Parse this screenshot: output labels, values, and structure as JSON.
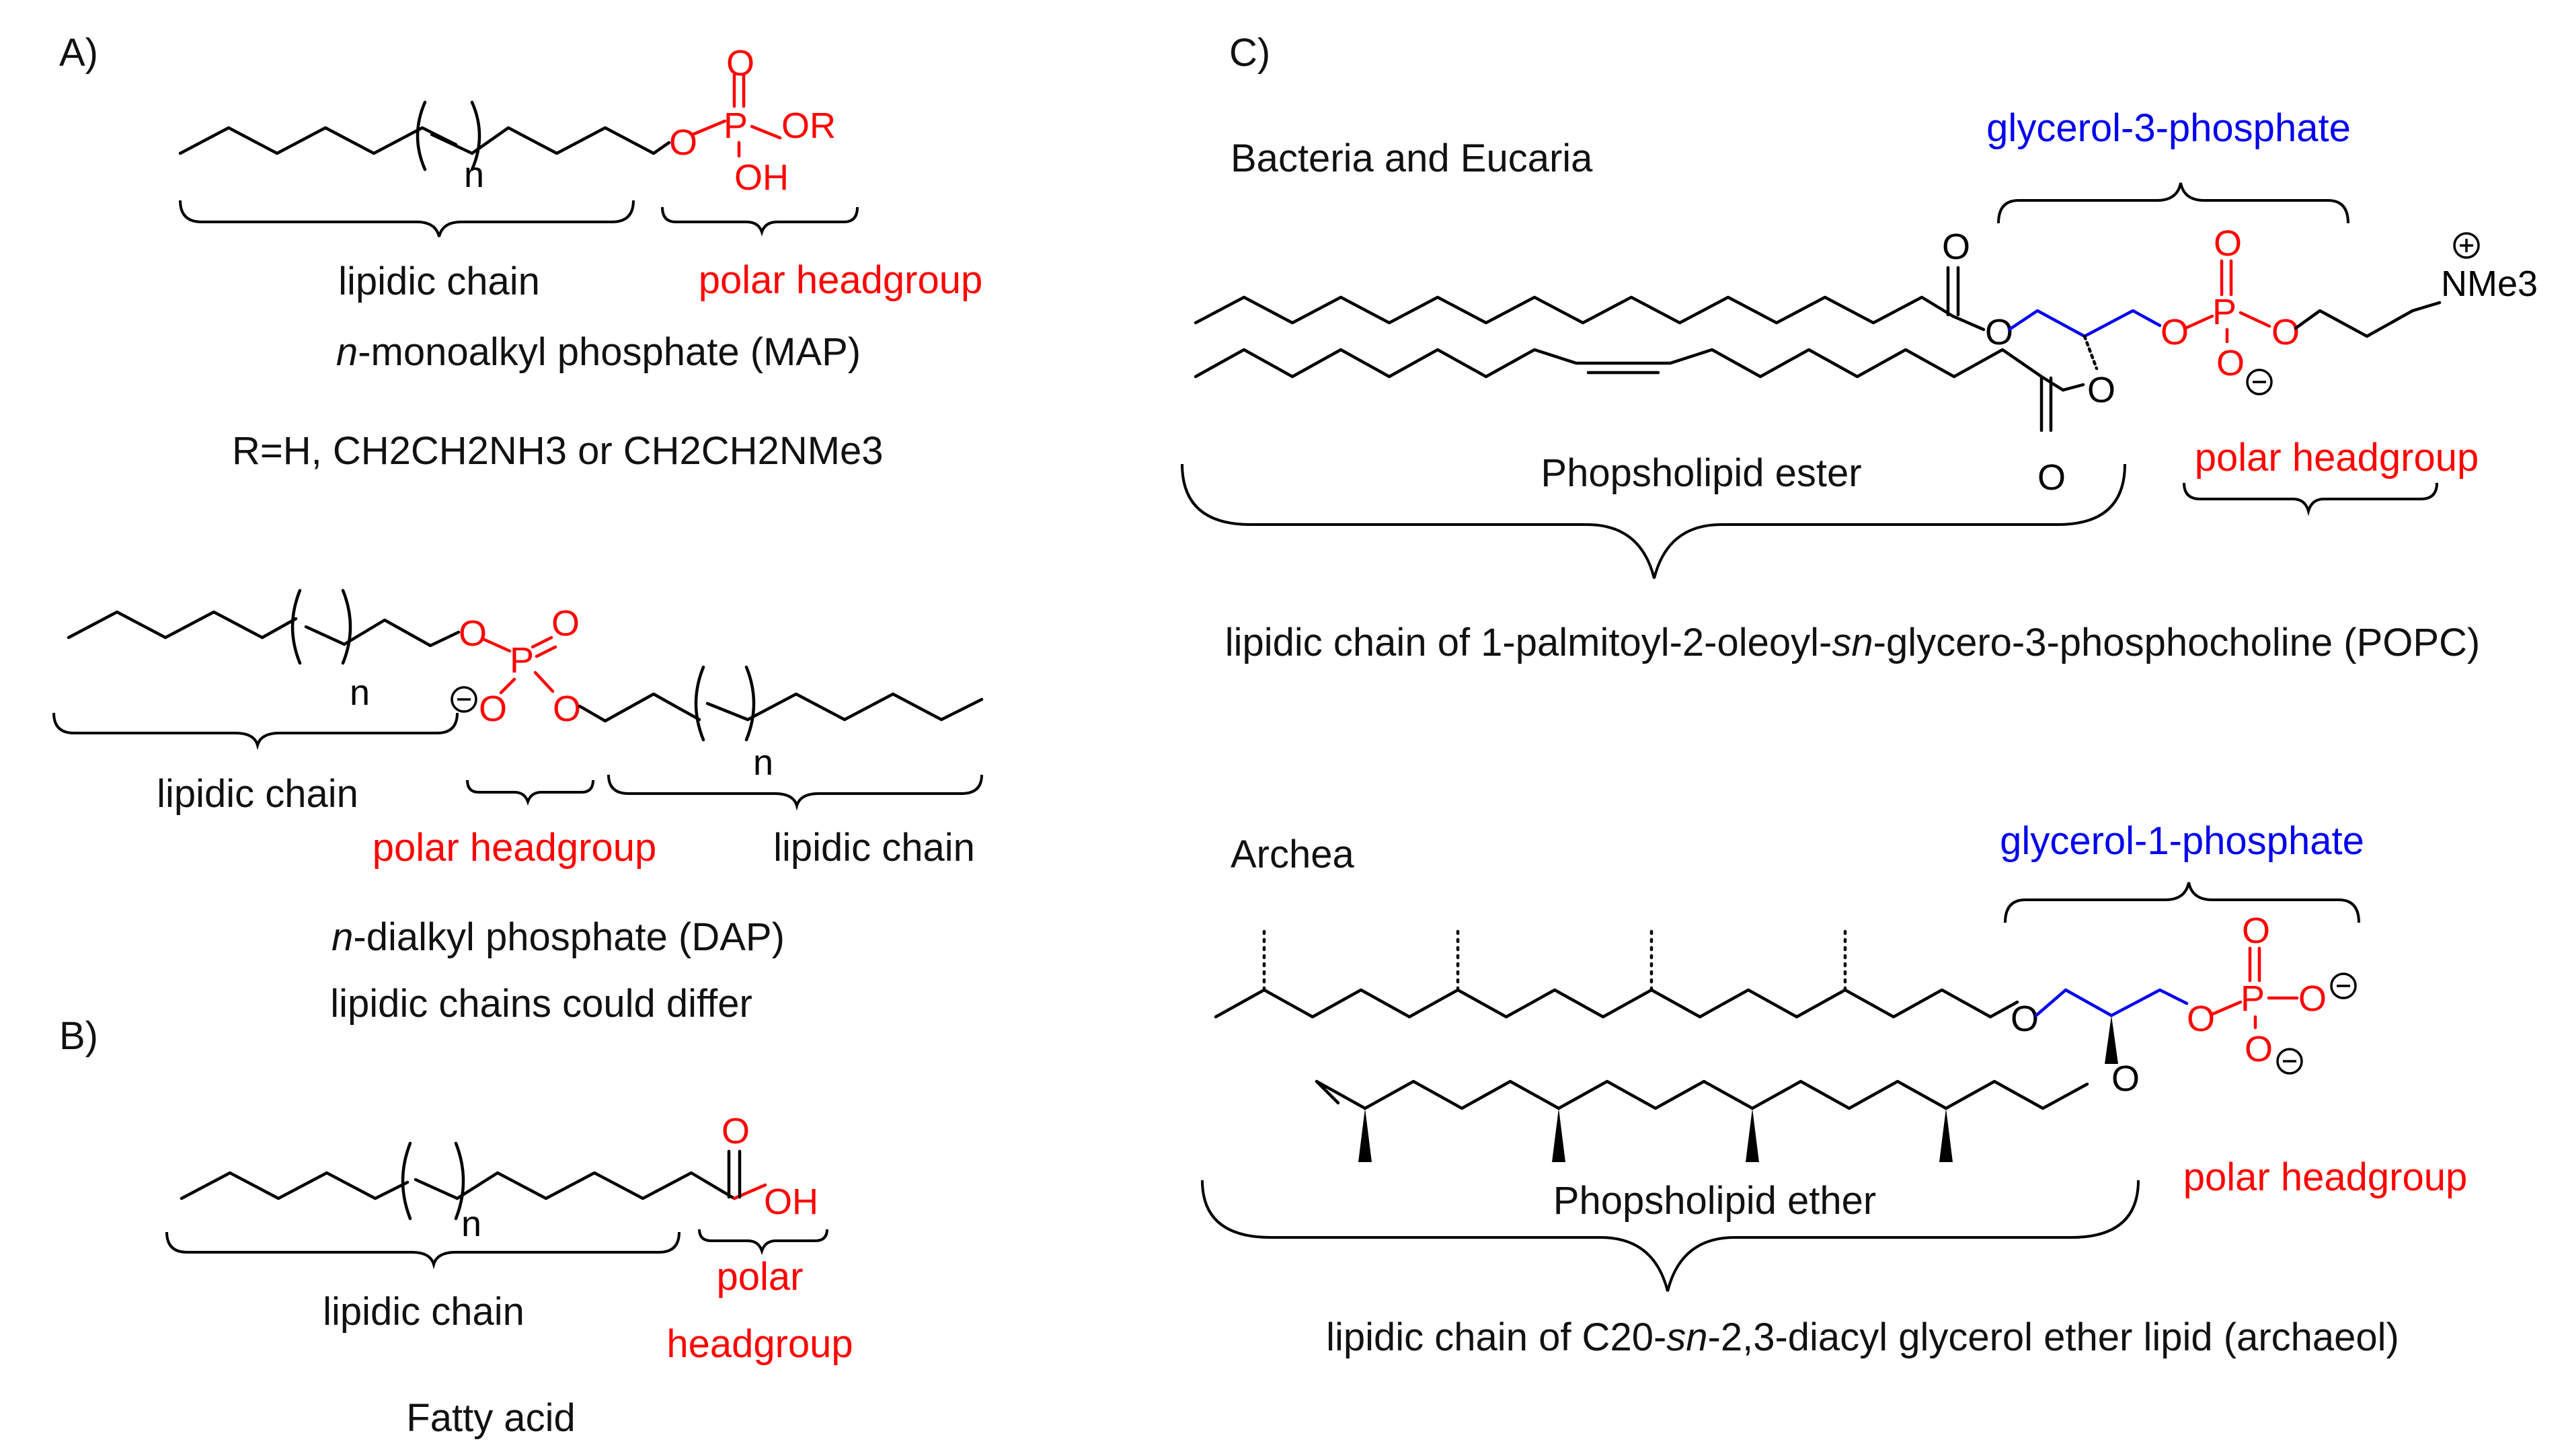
{
  "panels": {
    "A": {
      "letter": "A)",
      "map": {
        "lipid_label": "lipidic chain",
        "head_label": "polar headgroup",
        "name_italic": "n",
        "name_rest": "-monoalkyl phosphate (MAP)",
        "r_groups": "R=H, CH2CH2NH3 or CH2CH2NMe3",
        "atoms": {
          "o1": "O",
          "p": "P",
          "o2": "O",
          "or": "OR",
          "oh": "OH",
          "n": "n"
        }
      },
      "dap": {
        "lipid_label_left": "lipidic chain",
        "head_label": "polar headgroup",
        "lipid_label_right": "lipidic chain",
        "name_italic": "n",
        "name_rest": "-dialkyl phosphate (DAP)",
        "note": "lipidic chains could differ",
        "atoms": {
          "o1": "O",
          "o2": "O",
          "p": "P",
          "o3": "O",
          "o4": "O",
          "n1": "n",
          "n2": "n"
        }
      }
    },
    "B": {
      "letter": "B)",
      "lipid_label": "lipidic chain",
      "head_label_line1": "polar",
      "head_label_line2": "headgroup",
      "name": "Fatty acid",
      "atoms": {
        "o": "O",
        "oh": "OH",
        "n": "n"
      }
    },
    "C": {
      "letter": "C)",
      "bacteria": {
        "group_label": "Bacteria and Eucaria",
        "glycerol_label": "glycerol-3-phosphate",
        "chain_label": "Phopsholipid ester",
        "head_label": "polar headgroup",
        "caption_pre": "lipidic chain of 1-palmitoyl-2-oleoyl-",
        "caption_italic": "sn",
        "caption_post": "-glycero-3-phosphocholine (POPC)",
        "atoms": {
          "o_carb1": "O",
          "o_ester1": "O",
          "o_ester2": "O",
          "o_carb2": "O",
          "o_p": "O",
          "p": "P",
          "o_up": "O",
          "o_down": "O",
          "o_link": "O",
          "nme3": "NMe3"
        }
      },
      "archaea": {
        "group_label": "Archea",
        "glycerol_label": "glycerol-1-phosphate",
        "chain_label": "Phopsholipid ether",
        "head_label": "polar headgroup",
        "caption_pre": "lipidic chain of C20-",
        "caption_italic": "sn",
        "caption_post": "-2,3-diacyl glycerol ether lipid (archaeol)",
        "atoms": {
          "o_ether1": "O",
          "o_ether2": "O",
          "o_p": "O",
          "p": "P",
          "o_up": "O",
          "o_right": "O",
          "o_down": "O"
        }
      }
    }
  },
  "colors": {
    "text": "#111111",
    "headgroup": "#ff0000",
    "glycerol": "#0000ee"
  }
}
